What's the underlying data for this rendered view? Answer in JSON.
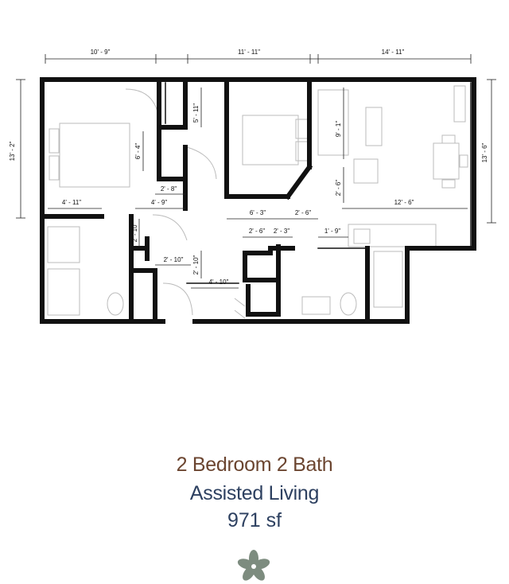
{
  "dimensions": {
    "top_left": "10' - 9\"",
    "top_mid": "11' - 11\"",
    "top_right": "14' - 11\"",
    "left": "13' - 2\"",
    "right": "13' - 6\"",
    "closet_h": "5' - 11\"",
    "bed1_mid": "6' - 4\"",
    "living_mid": "9' - 1\"",
    "living_small": "2' - 6\"",
    "bath1_w": "4' - 11\"",
    "hall_a": "2' - 8\"",
    "hall_b": "4' - 9\"",
    "hall_c": "6' - 3\"",
    "hall_d": "2' - 6\"",
    "living_w": "12' - 6\"",
    "closet_v": "2' - 10\"",
    "hall_e": "2' - 6\"",
    "hall_f": "2' - 3\"",
    "kitchen": "1' - 9\"",
    "entry_w": "2' - 10\"",
    "entry_v": "2' - 10\"",
    "entry_l": "4' - 10\""
  },
  "caption": {
    "line1": "2 Bedroom 2 Bath",
    "line2": "Assisted Living",
    "line3": "971 sf"
  },
  "colors": {
    "line1": "#6b4530",
    "line2": "#2d4060",
    "logo": "#7d8c7f"
  },
  "icons": {
    "logo": "flower-logo-icon"
  }
}
